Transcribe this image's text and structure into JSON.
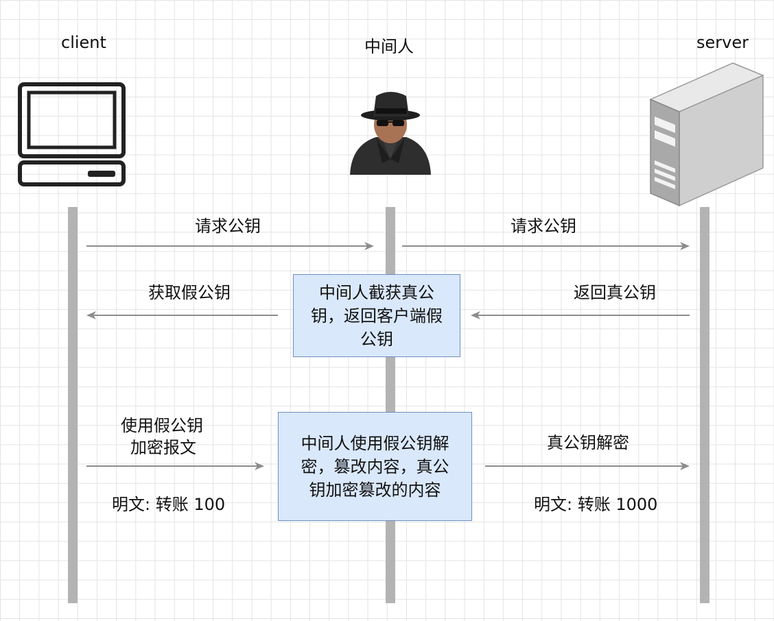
{
  "actors": {
    "client": "client",
    "mitm": "中间人",
    "server": "server"
  },
  "messages": {
    "req_client": "请求公钥",
    "req_server": "请求公钥",
    "fake_key_line1": "获取假公钥",
    "real_key_return": "返回真公钥",
    "client_encrypt_line1": "使用假公钥",
    "client_encrypt_line2": "加密报文",
    "client_plain": "明文: 转账 100",
    "real_decrypt": "真公钥解密",
    "server_plain": "明文: 转账 1000"
  },
  "notes": {
    "intercept_line1": "中间人截获真公",
    "intercept_line2": "钥，返回客户端假",
    "intercept_line3": "公钥",
    "tamper_line1": "中间人使用假公钥解",
    "tamper_line2": "密，篡改内容，真公",
    "tamper_line3": "钥加密篡改的内容"
  },
  "icons": {
    "client": "computer-icon",
    "mitm": "spy-icon",
    "server": "server-tower-icon"
  },
  "colors": {
    "lifeline": "#b3b3b3",
    "arrow": "#8c8c8c",
    "note_fill": "#dae8fc",
    "note_border": "#6c8ebf"
  }
}
